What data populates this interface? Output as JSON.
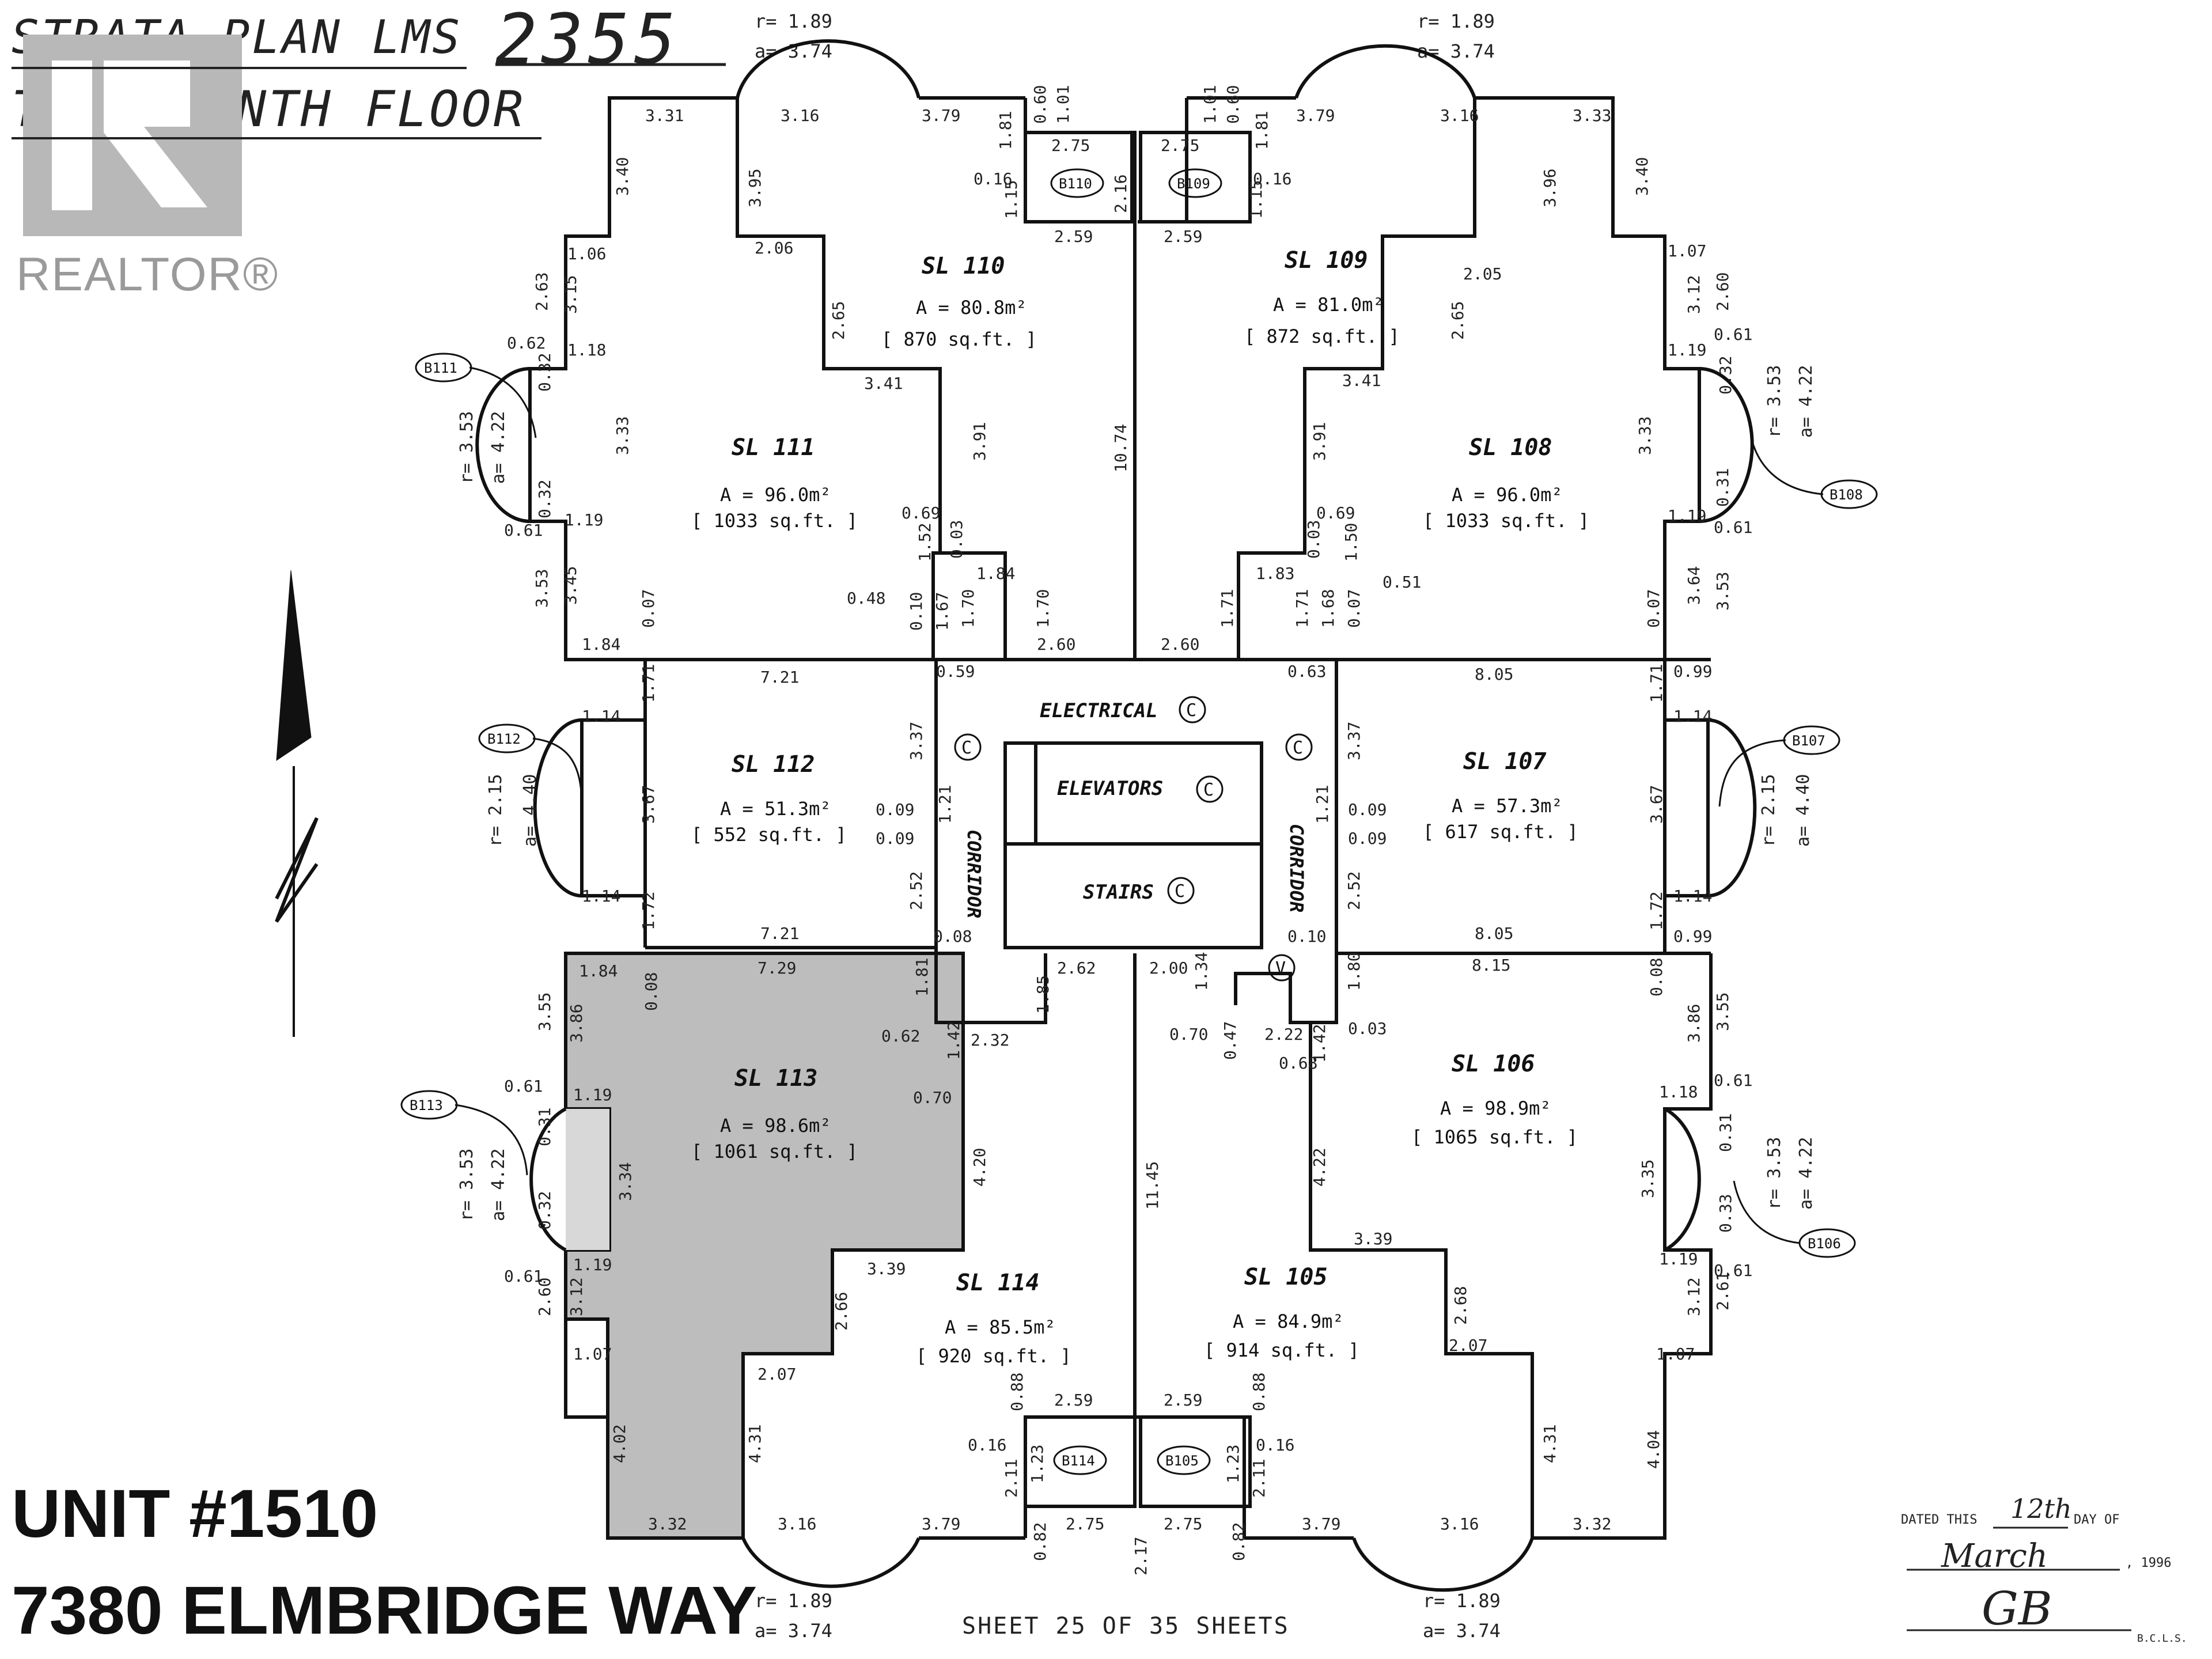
{
  "header": {
    "strata_plan_label": "STRATA PLAN LMS",
    "strata_plan_number": "2355",
    "floor_label": "THIRTEENTH FLOOR",
    "r_top": "r= 1.89",
    "a_top": "a= 3.74"
  },
  "watermark": {
    "text": "REALTOR®"
  },
  "listing": {
    "unit": "UNIT #1510",
    "address": "7380 ELMBRIDGE WAY"
  },
  "sheet_text": "SHEET 25 OF 35 SHEETS",
  "signature_block": {
    "dated": "DATED THIS",
    "day": "12th",
    "day_of": "DAY OF",
    "year": ", 1996",
    "month_handwritten": "March",
    "initials": "GB",
    "bcls": "B.C.L.S."
  },
  "units": [
    {
      "id": "SL 110",
      "area": "A = 80.8m²",
      "sqft": "[ 870 sq.ft. ]"
    },
    {
      "id": "SL 109",
      "area": "A = 81.0m²",
      "sqft": "[ 872 sq.ft. ]"
    },
    {
      "id": "SL 111",
      "area": "A = 96.0m²",
      "sqft": "[ 1033 sq.ft. ]"
    },
    {
      "id": "SL 108",
      "area": "A = 96.0m²",
      "sqft": "[ 1033 sq.ft. ]"
    },
    {
      "id": "SL 112",
      "area": "A = 51.3m²",
      "sqft": "[ 552 sq.ft. ]"
    },
    {
      "id": "SL 107",
      "area": "A = 57.3m²",
      "sqft": "[ 617 sq.ft. ]"
    },
    {
      "id": "SL 113",
      "area": "A = 98.6m²",
      "sqft": "[ 1061 sq.ft. ]"
    },
    {
      "id": "SL 106",
      "area": "A = 98.9m²",
      "sqft": "[ 1065 sq.ft. ]"
    },
    {
      "id": "SL 114",
      "area": "A = 85.5m²",
      "sqft": "[ 920 sq.ft. ]"
    },
    {
      "id": "SL 105",
      "area": "A = 84.9m²",
      "sqft": "[ 914 sq.ft. ]"
    }
  ],
  "core": {
    "electrical": "ELECTRICAL",
    "elevators": "ELEVATORS",
    "stairs": "STAIRS",
    "corridor": "CORRIDOR",
    "common_mark": "C",
    "v_mark": "V"
  },
  "balconies": [
    "B110",
    "B109",
    "B111",
    "B108",
    "B112",
    "B107",
    "B113",
    "B106",
    "B114",
    "B105"
  ],
  "bay": {
    "r": "r= 3.53",
    "a": "a= 4.22"
  },
  "bay_small": {
    "r": "r= 2.15",
    "a": "a= 4.40"
  },
  "dimensions": {
    "top_w": [
      "3.31",
      "3.16",
      "3.79",
      "3.79",
      "3.16",
      "3.33"
    ],
    "balcony_top": [
      "2.75",
      "2.75",
      "0.60",
      "1.01",
      "1.01",
      "0.60",
      "1.81",
      "1.81",
      "0.16",
      "0.16",
      "1.15",
      "1.15",
      "2.16",
      "2.59",
      "2.59"
    ],
    "row_110": [
      "3.40",
      "3.95",
      "2.06",
      "2.65",
      "3.41",
      "3.91",
      "10.74",
      "3.41",
      "3.96",
      "2.05",
      "2.65",
      "3.40",
      "3.91"
    ],
    "left_top": [
      "1.06",
      "2.63",
      "3.15",
      "1.18",
      "0.62",
      "0.32",
      "3.33",
      "0.32",
      "0.61",
      "1.19",
      "3.53",
      "3.45",
      "0.07",
      "1.84"
    ],
    "right_top": [
      "1.07",
      "3.12",
      "2.60",
      "1.19",
      "0.61",
      "0.32",
      "3.33",
      "0.31",
      "0.61",
      "1.19",
      "3.64",
      "3.53",
      "0.07"
    ],
    "core_top": [
      "0.69",
      "1.52",
      "0.03",
      "1.84",
      "0.48",
      "0.10",
      "1.67",
      "1.70",
      "1.70",
      "2.60",
      "2.60",
      "1.71",
      "1.83",
      "0.03",
      "1.50",
      "0.51",
      "0.69",
      "1.71",
      "1.68",
      "0.07"
    ],
    "mid_left": [
      "7.21",
      "0.59",
      "1.14",
      "1.71",
      "3.67",
      "1.72",
      "1.14",
      "3.37",
      "0.09",
      "0.09",
      "1.21",
      "2.52",
      "0.08",
      "7.21"
    ],
    "mid_right": [
      "8.05",
      "0.63",
      "0.99",
      "1.14",
      "1.71",
      "3.37",
      "0.09",
      "0.09",
      "1.21",
      "3.67",
      "2.52",
      "0.10",
      "1.72",
      "1.14",
      "0.99",
      "8.05"
    ],
    "lower_left": [
      "1.84",
      "0.08",
      "7.29",
      "1.81",
      "3.55",
      "3.86",
      "0.62",
      "1.42",
      "2.32",
      "0.70",
      "0.61",
      "1.19",
      "0.31",
      "3.34",
      "4.20",
      "0.32",
      "0.61",
      "1.19",
      "3.12",
      "2.60",
      "3.39",
      "2.66",
      "1.07",
      "2.07",
      "4.02",
      "4.31",
      "3.32",
      "3.16",
      "3.79"
    ],
    "lower_mid": [
      "1.85",
      "2.62",
      "2.00",
      "1.34",
      "0.70",
      "0.47",
      "2.22",
      "0.68",
      "1.42",
      "0.03",
      "1.80",
      "11.45"
    ],
    "lower_right": [
      "8.15",
      "0.08",
      "3.86",
      "3.55",
      "1.18",
      "0.61",
      "0.31",
      "3.35",
      "0.33",
      "4.22",
      "3.39",
      "1.19",
      "0.61",
      "2.68",
      "2.07",
      "3.12",
      "2.61",
      "1.07",
      "4.31",
      "4.04",
      "3.32",
      "3.16",
      "3.79"
    ],
    "balcony_bottom": [
      "2.59",
      "2.59",
      "0.88",
      "0.88",
      "0.16",
      "0.16",
      "1.23",
      "1.23",
      "2.11",
      "2.11",
      "0.82",
      "0.82",
      "2.75",
      "2.75",
      "2.17"
    ]
  }
}
